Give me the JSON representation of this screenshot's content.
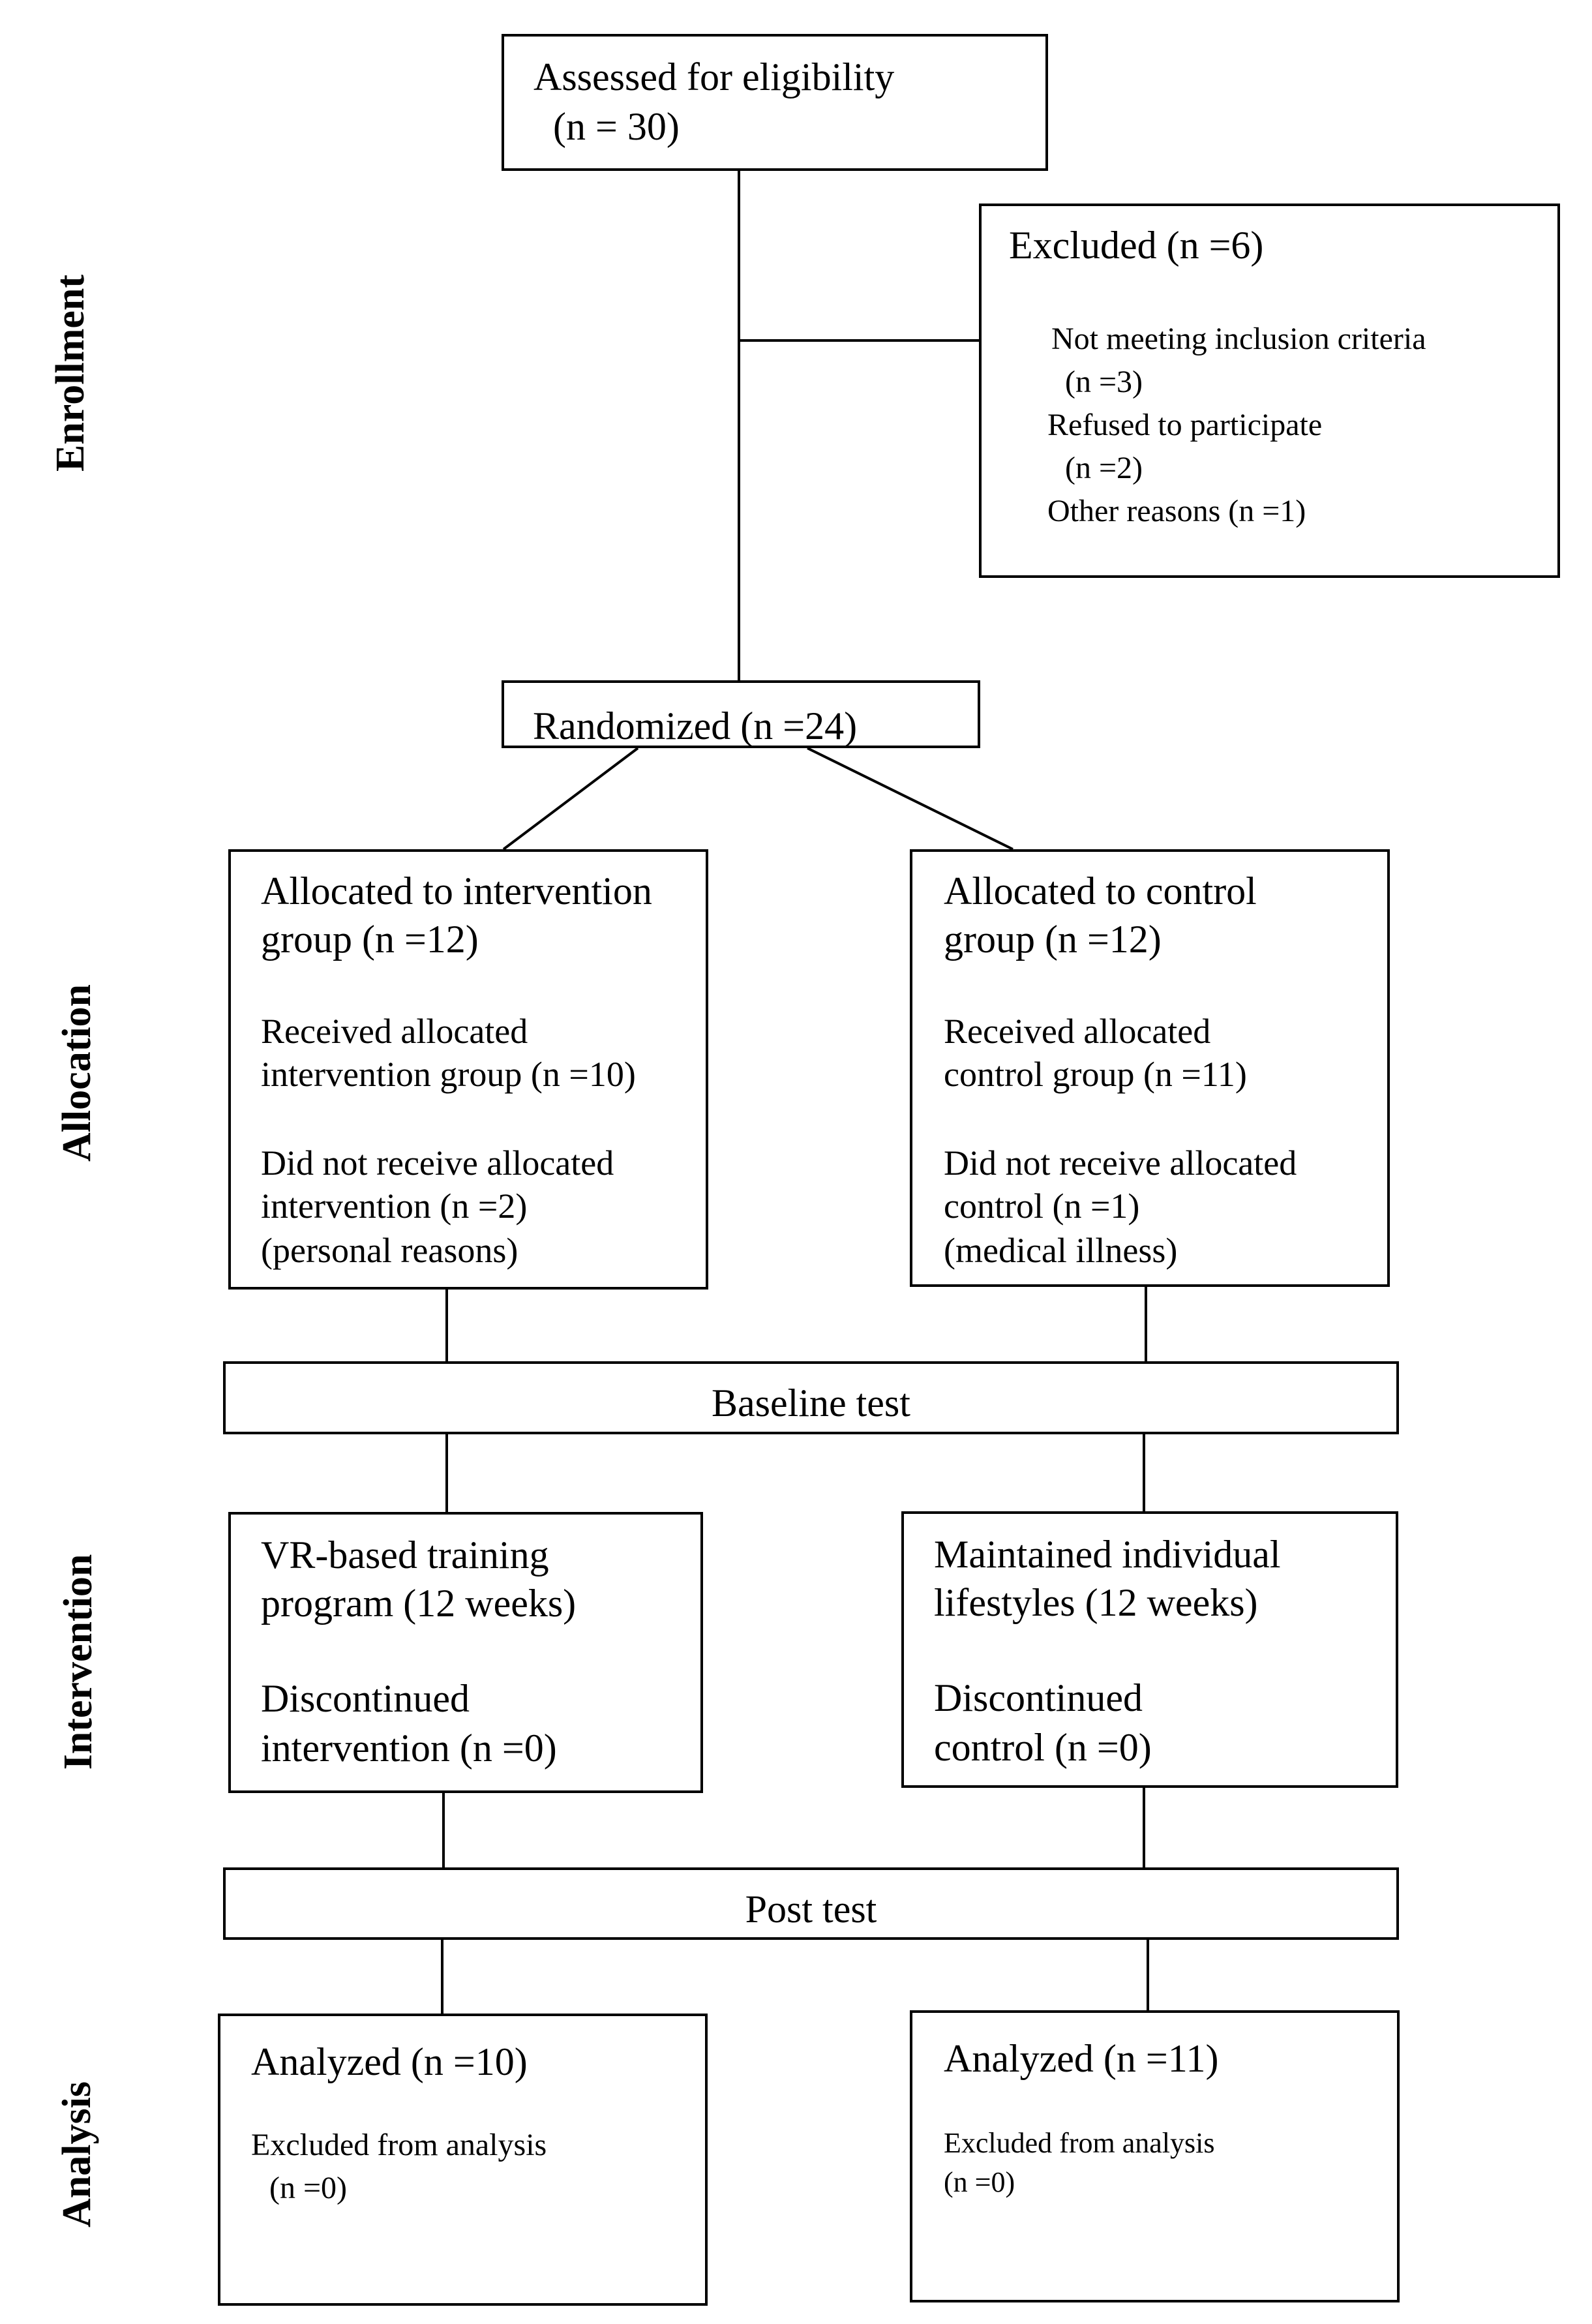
{
  "stages": {
    "enrollment": "Enrollment",
    "allocation": "Allocation",
    "intervention": "Intervention",
    "analysis": "Analysis"
  },
  "assessed": {
    "line1": "Assessed for eligibility",
    "line2": "(n = 30)"
  },
  "excluded": {
    "title": "Excluded (n =6)",
    "reason1": "Not meeting inclusion criteria",
    "reason1_n": "(n =3)",
    "reason2": "Refused to participate",
    "reason2_n": "(n =2)",
    "reason3": "Other reasons (n =1)"
  },
  "randomized": "Randomized (n =24)",
  "alloc_intervention": {
    "line1": "Allocated to intervention",
    "line2": "group (n =12)",
    "line3": "Received allocated",
    "line4": "intervention group (n =10)",
    "line5": "Did not receive allocated",
    "line6": "intervention (n =2)",
    "line7": "(personal reasons)"
  },
  "alloc_control": {
    "line1": "Allocated to control",
    "line2": "group (n =12)",
    "line3": "Received allocated",
    "line4": "control group (n =11)",
    "line5": "Did not receive allocated",
    "line6": "control (n =1)",
    "line7": "(medical illness)"
  },
  "baseline": "Baseline test",
  "interv_intervention": {
    "line1": "VR-based training",
    "line2": "program (12 weeks)",
    "line3": "Discontinued",
    "line4": "intervention (n =0)"
  },
  "interv_control": {
    "line1": "Maintained individual",
    "line2": "lifestyles (12 weeks)",
    "line3": "Discontinued",
    "line4": "control (n =0)"
  },
  "posttest": "Post test",
  "analysis_intervention": {
    "line1": "Analyzed (n =10)",
    "line2": "Excluded from analysis",
    "line3": "(n =0)"
  },
  "analysis_control": {
    "line1": "Analyzed (n =11)",
    "line2": "Excluded from analysis",
    "line3": "(n =0)"
  }
}
